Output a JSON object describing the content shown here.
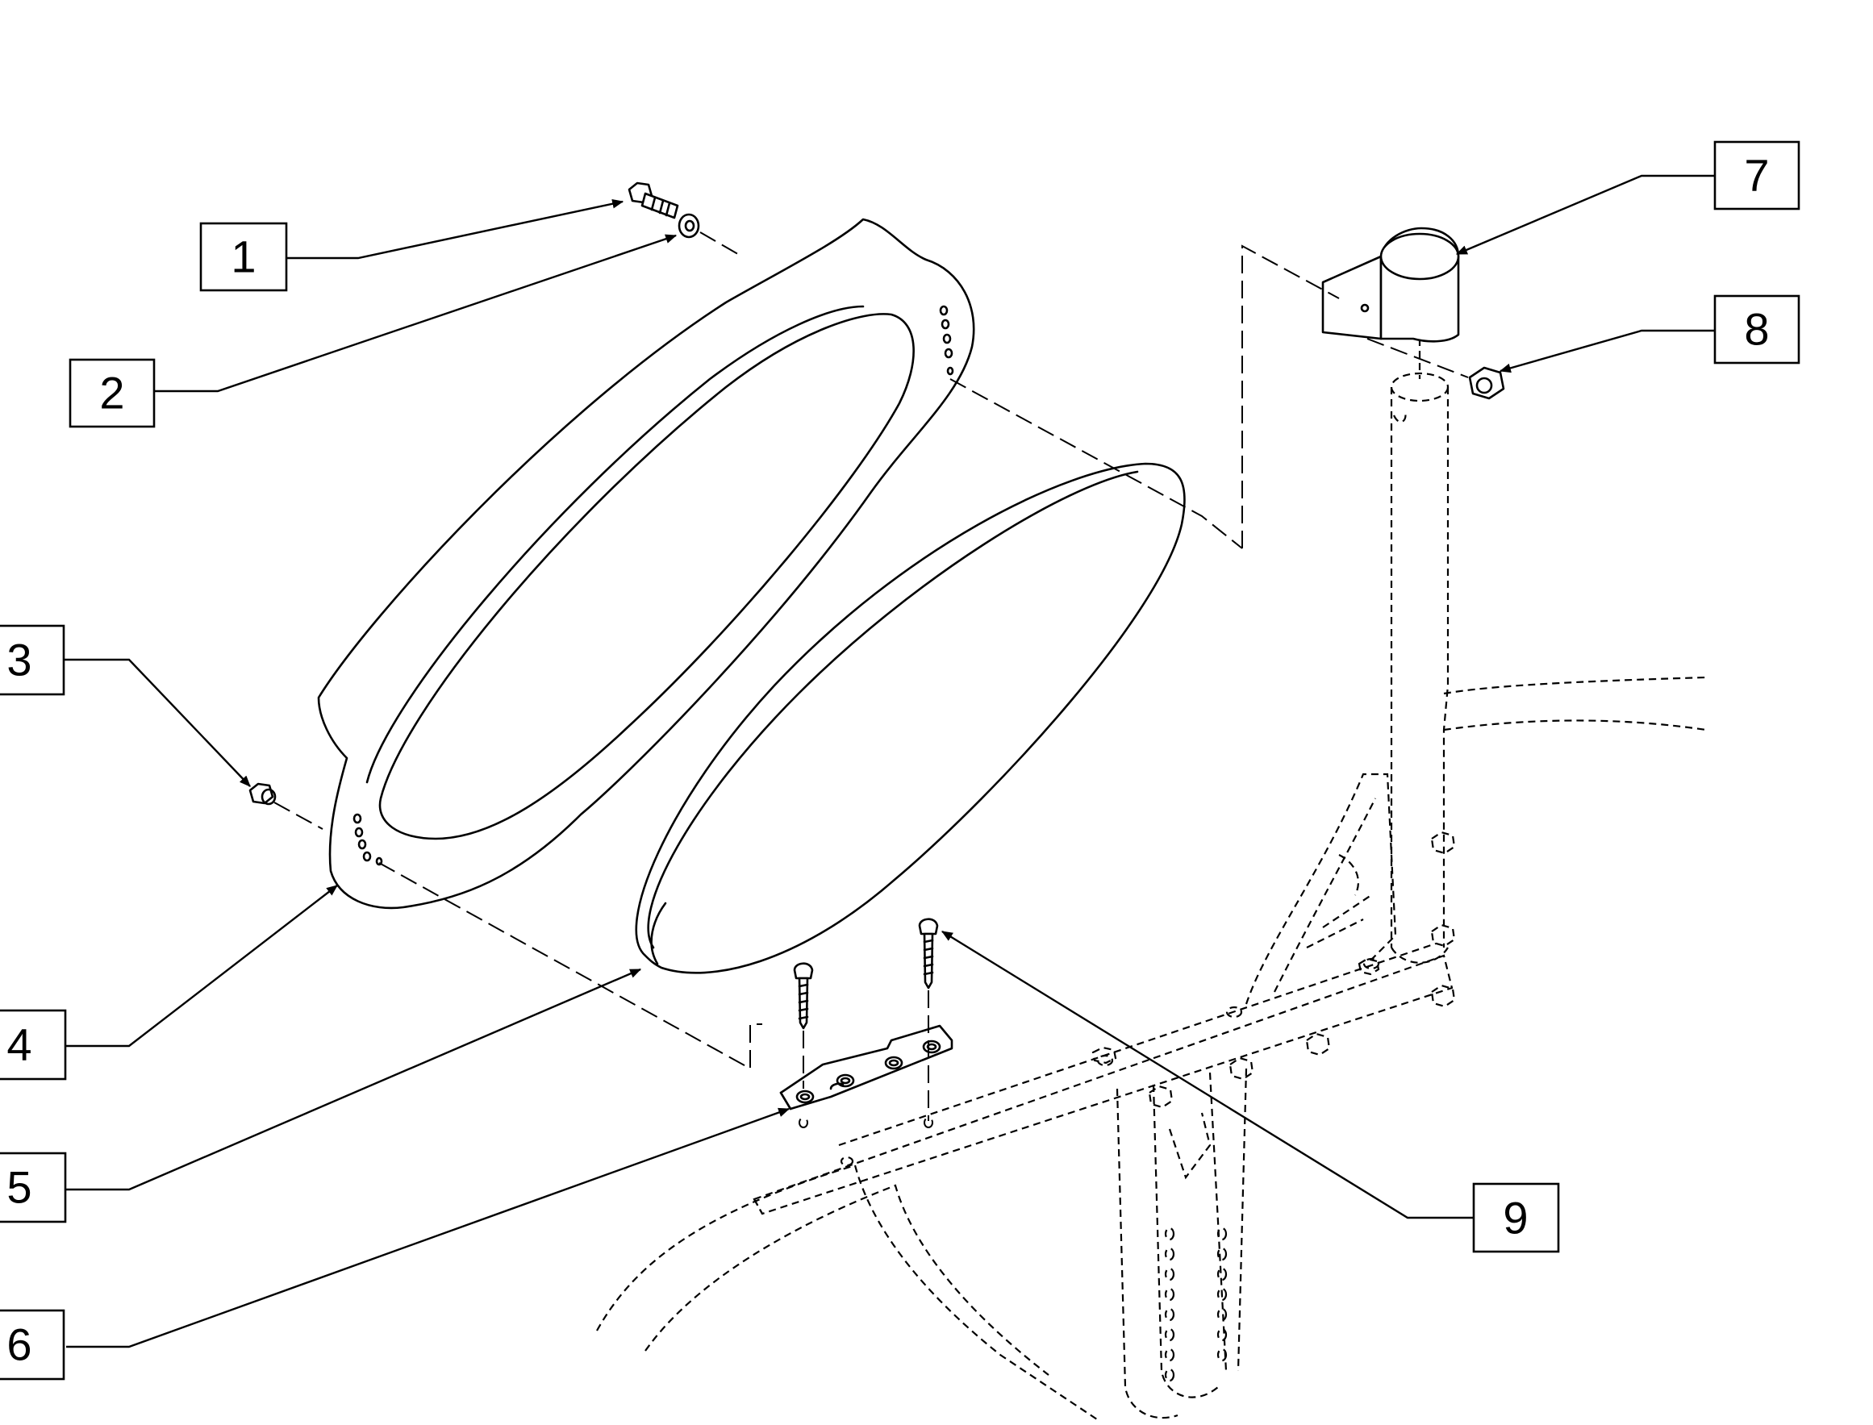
{
  "diagram": {
    "type": "exploded-parts-diagram",
    "callouts": [
      {
        "number": "1"
      },
      {
        "number": "2"
      },
      {
        "number": "3"
      },
      {
        "number": "4"
      },
      {
        "number": "5"
      },
      {
        "number": "6"
      },
      {
        "number": "7"
      },
      {
        "number": "8"
      },
      {
        "number": "9"
      }
    ],
    "parts_icons": {
      "bolt": "hex-bolt-icon",
      "washer": "washer-icon",
      "screw": "screw-icon",
      "nut": "hex-nut-icon"
    },
    "colors": {
      "line": "#000000",
      "background": "#ffffff"
    }
  }
}
